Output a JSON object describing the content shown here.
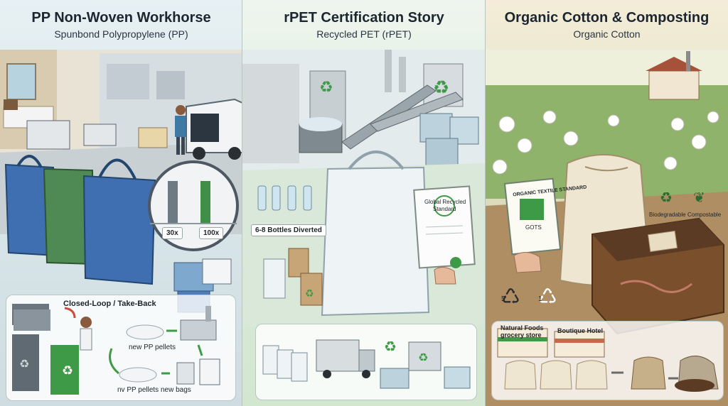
{
  "panels": [
    {
      "title": "PP Non-Woven Workhorse",
      "subtitle": "Spunbond Polypropylene (PP)",
      "labels": {
        "reuse_30": "30x",
        "reuse_100": "100x",
        "closed_loop": "Closed-Loop / Take-Back",
        "pellets": "new PP pellets",
        "pellets_bags": "nv PP pellets new bags"
      }
    },
    {
      "title": "rPET Certification Story",
      "subtitle": "Recycled PET (rPET)",
      "labels": {
        "bottles_diverted": "6-8 Bottles Diverted",
        "certificate_line1": "Global Recycled",
        "certificate_line2": "Standard"
      }
    },
    {
      "title": "Organic Cotton & Composting",
      "subtitle": "Organic Cotton",
      "labels": {
        "gots_text": "ORGANIC TEXTILE STANDARD",
        "gots_short": "GOTS",
        "biodegradable": "Biodegradable",
        "compostable": "Compostable",
        "store_line1": "Natural Foods",
        "store_line2": "grocery store",
        "hotel": "Boutique Hotel",
        "recycle_5": "5",
        "recycle_1": "1"
      }
    }
  ],
  "colors": {
    "pp_blue": "#3f6fb0",
    "pp_green": "#4f8a55",
    "recycle_green": "#3e9a46",
    "rpet_white": "#eef3f5",
    "cotton_canvas": "#efe6d2",
    "soil": "#5b3b24"
  }
}
